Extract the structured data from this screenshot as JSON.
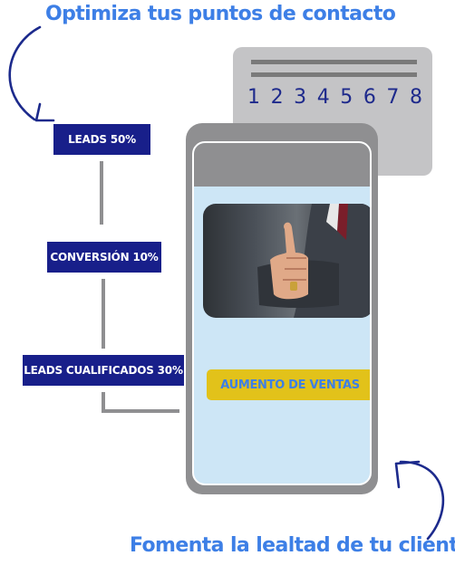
{
  "headline_top": "Optimiza tus puntos de contacto",
  "headline_bottom": "Fomenta la lealtad de tu cliente",
  "card": {
    "numbers": [
      "1",
      "2",
      "3",
      "4",
      "5",
      "6",
      "7",
      "8"
    ]
  },
  "phone": {
    "cta_label": "AUMENTO DE VENTAS"
  },
  "stats": {
    "leads": "LEADS 50%",
    "conversion": "CONVERSIÓN 10%",
    "qualified": "LEADS CUALIFICADOS 30%"
  },
  "colors": {
    "headline": "#3d7fe6",
    "stat_bg": "#181f8a",
    "cta_bg": "#e2c21a",
    "phone_body": "#8f8f91",
    "screen": "#cde6f6",
    "card": "#c4c4c6",
    "card_numbers": "#1e2a8c"
  },
  "icons": [
    "curved-arrow-top-left",
    "curved-arrow-bottom-right",
    "thumbs-up-photo"
  ]
}
